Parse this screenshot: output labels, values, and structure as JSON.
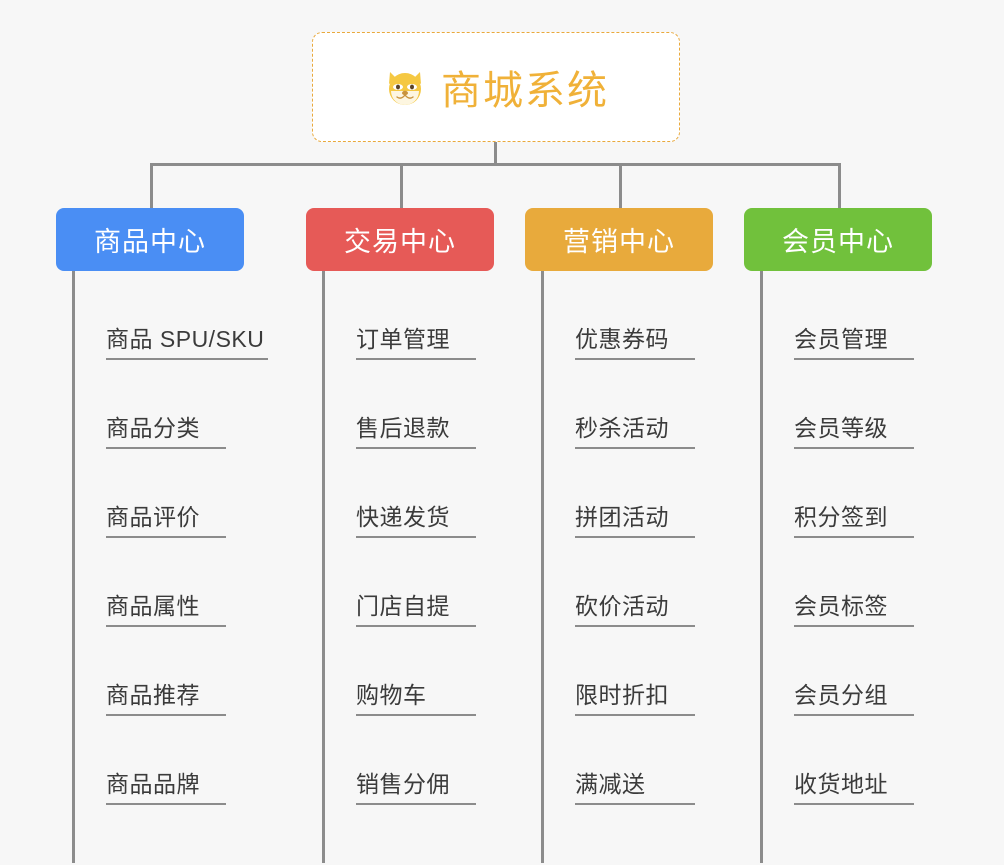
{
  "root": {
    "title": "商城系统",
    "icon": "shiba-dog-emoji",
    "border_color": "#e9a93c",
    "text_color": "#f0b138",
    "background": "#ffffff"
  },
  "canvas": {
    "background": "#f7f7f7",
    "connector_color": "#8c8c8c"
  },
  "categories": [
    {
      "label": "商品中心",
      "color": "#4a8ef4",
      "items": [
        "商品 SPU/SKU",
        "商品分类",
        "商品评价",
        "商品属性",
        "商品推荐",
        "商品品牌"
      ]
    },
    {
      "label": "交易中心",
      "color": "#e65a57",
      "items": [
        "订单管理",
        "售后退款",
        "快递发货",
        "门店自提",
        "购物车",
        "销售分佣"
      ]
    },
    {
      "label": "营销中心",
      "color": "#e8aa3c",
      "items": [
        "优惠券码",
        "秒杀活动",
        "拼团活动",
        "砍价活动",
        "限时折扣",
        "满减送"
      ]
    },
    {
      "label": "会员中心",
      "color": "#71c13c",
      "items": [
        "会员管理",
        "会员等级",
        "积分签到",
        "会员标签",
        "会员分组",
        "收货地址"
      ]
    }
  ]
}
